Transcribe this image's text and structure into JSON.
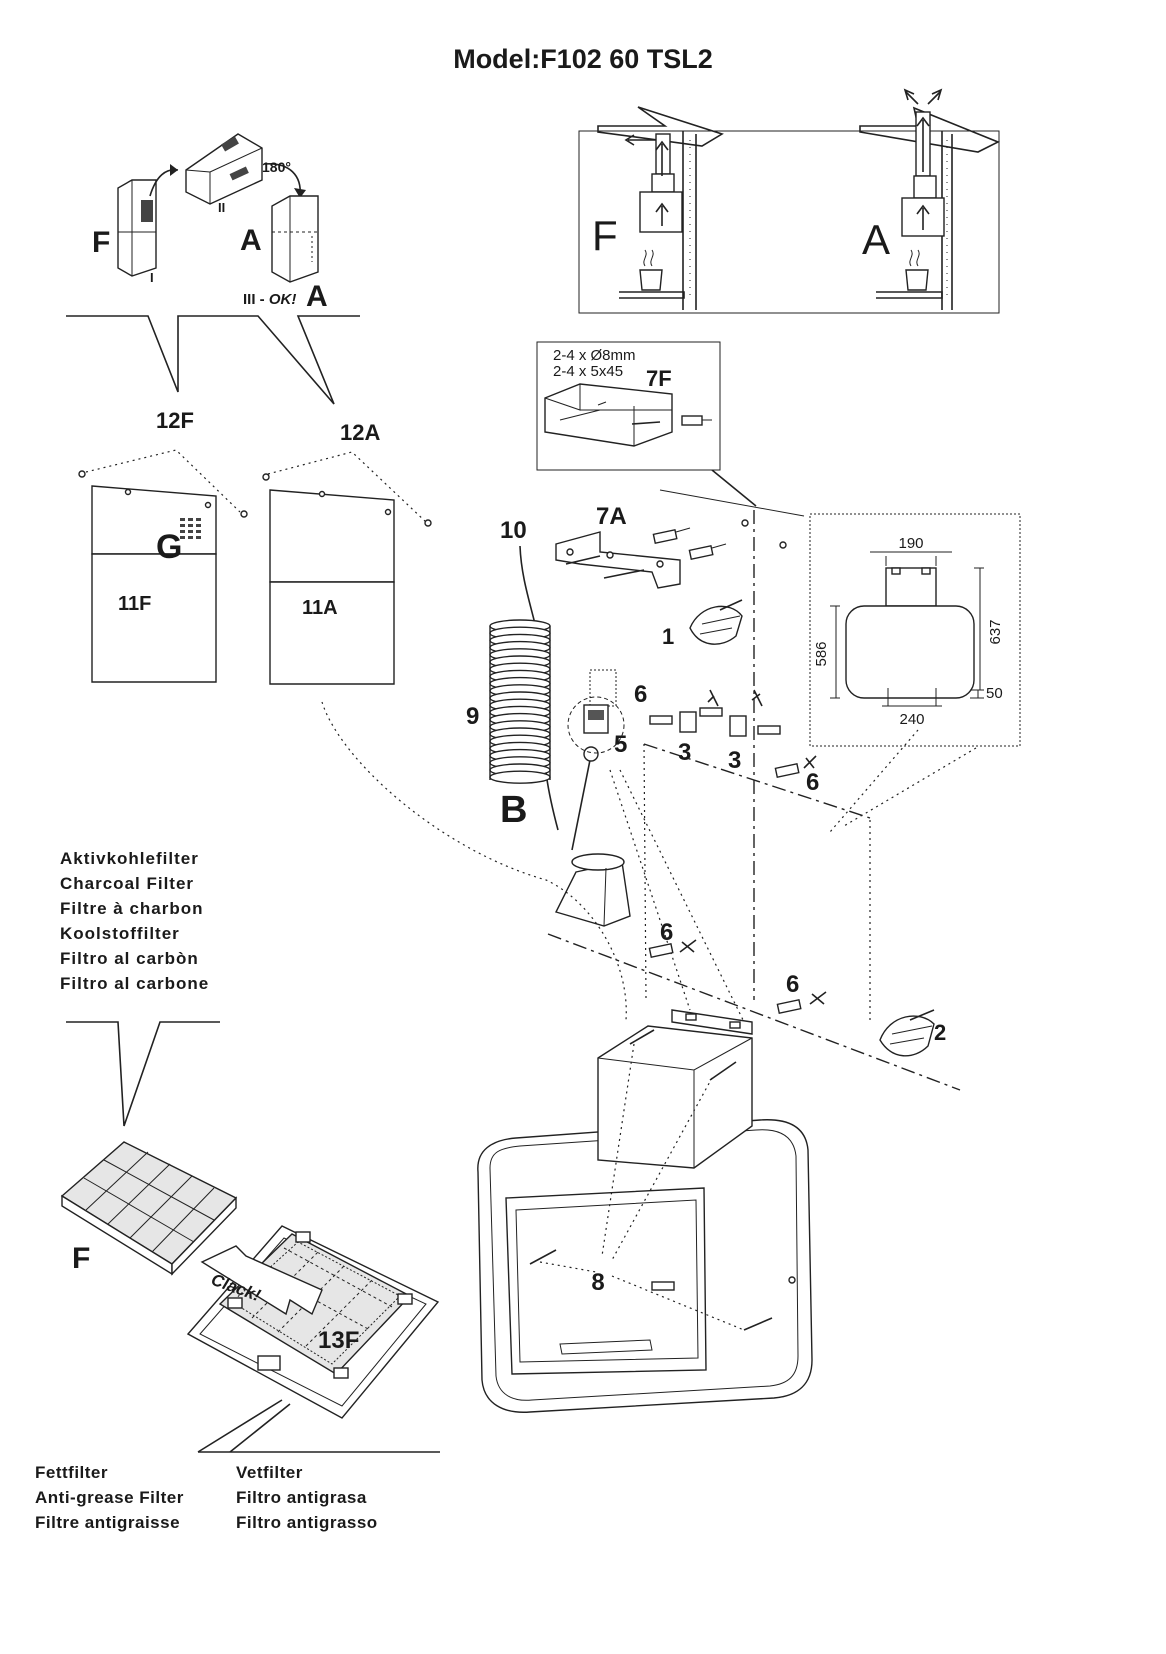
{
  "title": "Model:F102 60 TSL2",
  "top_left": {
    "label_f": "F",
    "label_a": "A",
    "label_i": "I",
    "label_ii": "II",
    "angle": "180°",
    "step_prefix": "III - ",
    "step_ok": "OK!",
    "label_a2": "A"
  },
  "top_right": {
    "mode_f": "F",
    "mode_a": "A"
  },
  "chimney": {
    "part_12f": "12F",
    "part_12a": "12A",
    "part_g": "G",
    "part_11f": "11F",
    "part_11a": "11A"
  },
  "fixings": {
    "line1": "2-4 x Ø8mm",
    "line2": "2-4 x 5x45",
    "part_7f": "7F",
    "part_7a": "7A"
  },
  "parts": {
    "p10": "10",
    "p9": "9",
    "pB": "B",
    "p1": "1",
    "p2": "2",
    "p3a": "3",
    "p3b": "3",
    "p5": "5",
    "p6a": "6",
    "p6b": "6",
    "p6c": "6",
    "p6d": "6",
    "p8": "8"
  },
  "dimensions": {
    "d190": "190",
    "d637": "637",
    "d586": "586",
    "d50": "50",
    "d240": "240"
  },
  "charcoal_filter": {
    "lines": [
      "Aktivkohlefilter",
      "Charcoal Filter",
      "Filtre à charbon",
      "Koolstoffilter",
      "Filtro al carbòn",
      "Filtro al carbone"
    ],
    "label_f": "F",
    "clack": "Clack!",
    "part_13f": "13F"
  },
  "grease_filter": {
    "col1": [
      "Fettfilter",
      "Anti-grease Filter",
      "Filtre antigraisse"
    ],
    "col2": [
      "Vetfilter",
      "Filtro antigrasa",
      "Filtro antigrasso"
    ]
  }
}
